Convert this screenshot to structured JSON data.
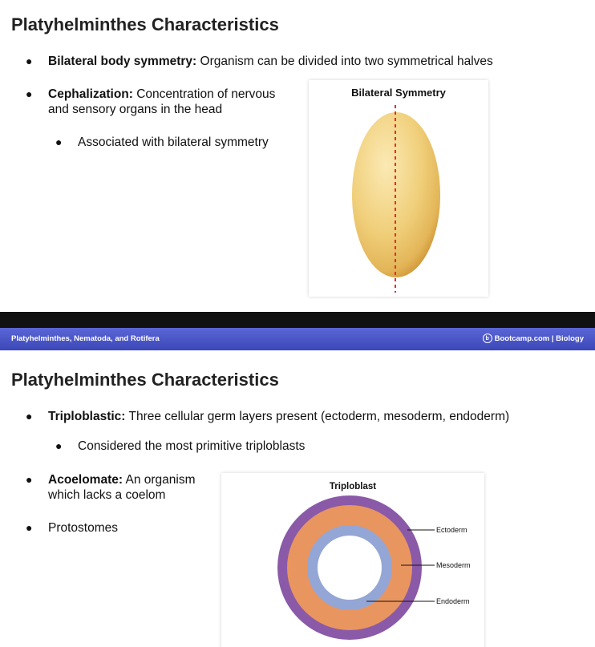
{
  "slide1": {
    "title": "Platyhelminthes Characteristics",
    "bullets": [
      {
        "bold": "Bilateral body symmetry:",
        "text": " Organism can be divided into two symmetrical halves"
      },
      {
        "bold": "Cephalization:",
        "text": " Concentration of nervous",
        "text2": "and sensory organs in the head"
      }
    ],
    "sub_bullet": "Associated with bilateral symmetry",
    "figure_title": "Bilateral Symmetry"
  },
  "footer": {
    "left": "Platyhelminthes, Nematoda, and Rotifera",
    "right": "Bootcamp.com | Biology",
    "logo_glyph": "b"
  },
  "slide2": {
    "title": "Platyhelminthes Characteristics",
    "bullets": [
      {
        "bold": "Triploblastic:",
        "text": " Three cellular germ layers present (ectoderm, mesoderm, endoderm)"
      },
      {
        "bold": "Acoelomate:",
        "text": " An organism",
        "text2": "which lacks a coelom"
      },
      {
        "bold": "",
        "text": "Protostomes"
      }
    ],
    "sub_bullet": "Considered the most primitive triploblasts",
    "figure_title": "Triploblast",
    "layers": [
      "Ectoderm",
      "Mesoderm",
      "Endoderm"
    ]
  },
  "colors": {
    "footer": "#4651c4",
    "ectoderm": "#8a5aa8",
    "mesoderm": "#e9955f",
    "endoderm": "#93a6d6",
    "egg": "#f0cf7a",
    "symmetry_line": "#e0302a"
  }
}
